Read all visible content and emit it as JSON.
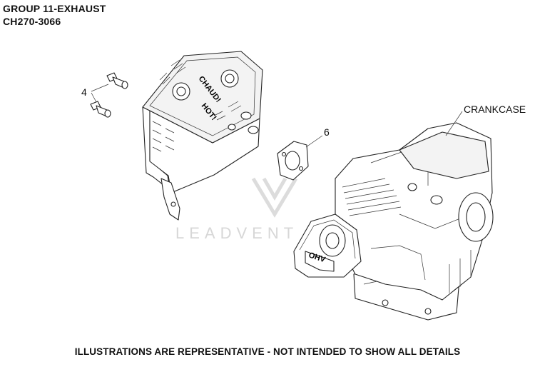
{
  "header": {
    "group_title": "GROUP 11-EXHAUST",
    "model": "CH270-3066"
  },
  "callouts": {
    "bolts": "4",
    "gasket": "6",
    "crankcase": "CRANKCASE"
  },
  "muffler_text": {
    "top": "CHAUD!",
    "bottom": "HOT!"
  },
  "engine_logo": "OHV",
  "watermark": "LEADVENT",
  "footer": "ILLUSTRATIONS ARE REPRESENTATIVE - NOT INTENDED TO SHOW ALL DETAILS"
}
